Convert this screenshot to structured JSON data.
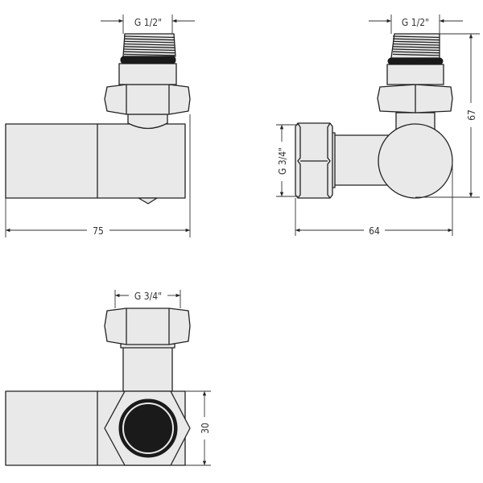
{
  "views": {
    "side": {
      "thread_label": "G 1/2\"",
      "width_label": "75"
    },
    "front": {
      "thread_label": "G 1/2\"",
      "inlet_label": "G 3/4\"",
      "width_label": "64",
      "height_label": "67"
    },
    "top": {
      "inlet_label": "G 3/4\"",
      "height_label": "30"
    }
  }
}
